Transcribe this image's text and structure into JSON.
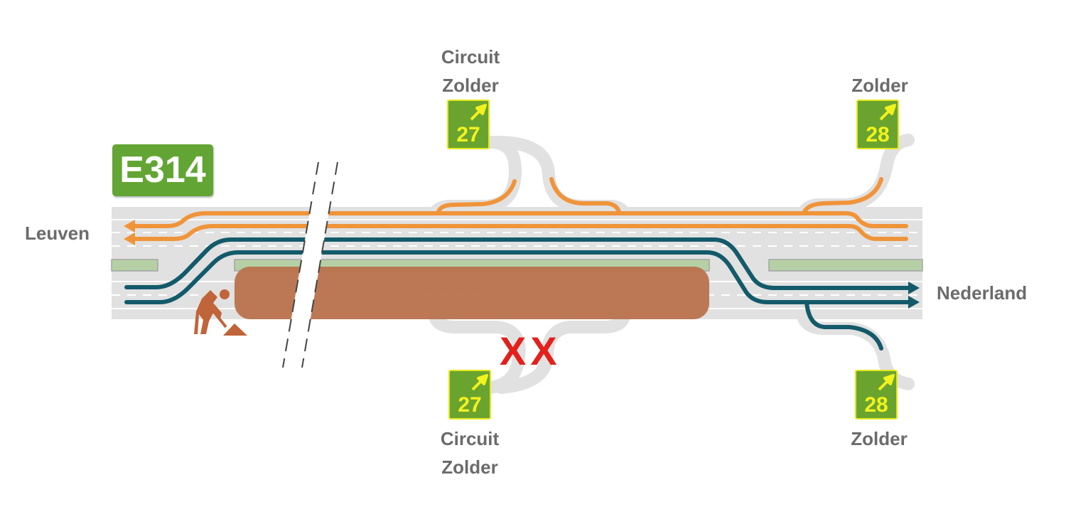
{
  "route_sign": {
    "label": "E314"
  },
  "directions": {
    "west": "Leuven",
    "east": "Nederland"
  },
  "exits": [
    {
      "number": "27",
      "name_line1": "Circuit",
      "name_line2": "Zolder",
      "side": "north",
      "status": "open"
    },
    {
      "number": "28",
      "name_line1": "Zolder",
      "side": "north",
      "status": "open"
    },
    {
      "number": "27",
      "name_line1": "Circuit",
      "name_line2": "Zolder",
      "side": "south",
      "status": "closed"
    },
    {
      "number": "28",
      "name_line1": "Zolder",
      "side": "south",
      "status": "open"
    }
  ],
  "closure_marker": "XX",
  "colors": {
    "westbound": "#f0943a",
    "eastbound": "#135a6a",
    "works_zone": "#b9724c",
    "sign_green": "#6aa42e",
    "sign_text": "#f2f21e",
    "closed": "#e3201b"
  }
}
